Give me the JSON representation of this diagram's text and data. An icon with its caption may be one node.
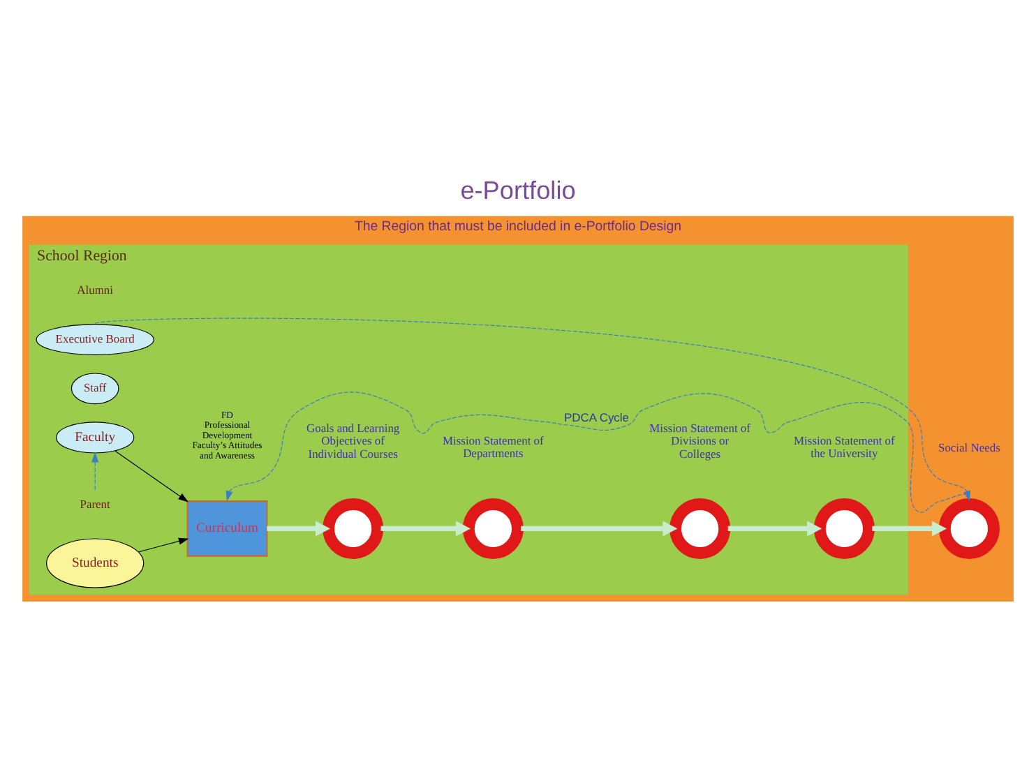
{
  "diagram": {
    "title": "e-Portfolio",
    "nodes": [
      {
        "text": [
          "The Region that must be included in e-Portfolio Design"
        ]
      },
      {
        "text": [
          "School Region"
        ],
        "in": 0
      },
      {
        "text": [
          "Executive Board"
        ],
        "in": 1
      },
      {
        "text": [
          "Staff"
        ],
        "in": 1
      },
      {
        "text": [
          "Faculty"
        ],
        "in": 1
      },
      {
        "text": [
          "Parent"
        ],
        "in": 1
      },
      {
        "text": [
          "Students"
        ],
        "in": 1
      },
      {
        "text": [
          "Curriculum"
        ],
        "in": 1,
        "beside": [
          "FD",
          "Professional Development",
          "Faculty’s Attitudes and Awareness"
        ]
      },
      {
        "text": [
          "Goals and Learning Objectives of Individual Courses"
        ],
        "in": 1
      },
      {
        "text": [
          "Mission Statement of Departments"
        ],
        "in": 1
      },
      {
        "text": [
          "Mission Statement of Divisions or Colleges"
        ],
        "in": 1
      },
      {
        "text": [
          "Mission Statement of the University"
        ],
        "in": 1
      },
      {
        "text": [
          "Social Needs"
        ],
        "in": 0
      }
    ],
    "edges": [
      {
        "from": 4,
        "to": 7,
        "arrow": "to",
        "color": "#000000"
      },
      {
        "from": 6,
        "to": 7,
        "arrow": "to",
        "color": "#000000"
      },
      {
        "from": 7,
        "to": 8,
        "arrow": "to",
        "style": "thick",
        "color": "#c8ecd0"
      },
      {
        "from": 8,
        "to": 9,
        "arrow": "to",
        "style": "thick",
        "color": "#c8ecd0"
      },
      {
        "from": 9,
        "to": 10,
        "arrow": "to",
        "style": "thick",
        "color": "#c8ecd0"
      },
      {
        "from": 10,
        "to": 11,
        "arrow": "to",
        "style": "thick",
        "color": "#c8ecd0"
      },
      {
        "from": 11,
        "to": 12,
        "arrow": "to",
        "style": "thick",
        "color": "#c8ecd0"
      },
      {
        "from": 2,
        "to": 12,
        "arrow": "to",
        "style": "dashed",
        "color": "#3b7fc4"
      },
      {
        "from": 12,
        "to": 7,
        "arrow": "to",
        "style": "dashed",
        "color": "#3b7fc4",
        "label": "PDCA Cycle"
      },
      {
        "from": 5,
        "to": 4,
        "arrow": "to",
        "style": "dashed",
        "color": "#3b7fc4"
      }
    ],
    "labels": [
      "Alumni"
    ]
  }
}
